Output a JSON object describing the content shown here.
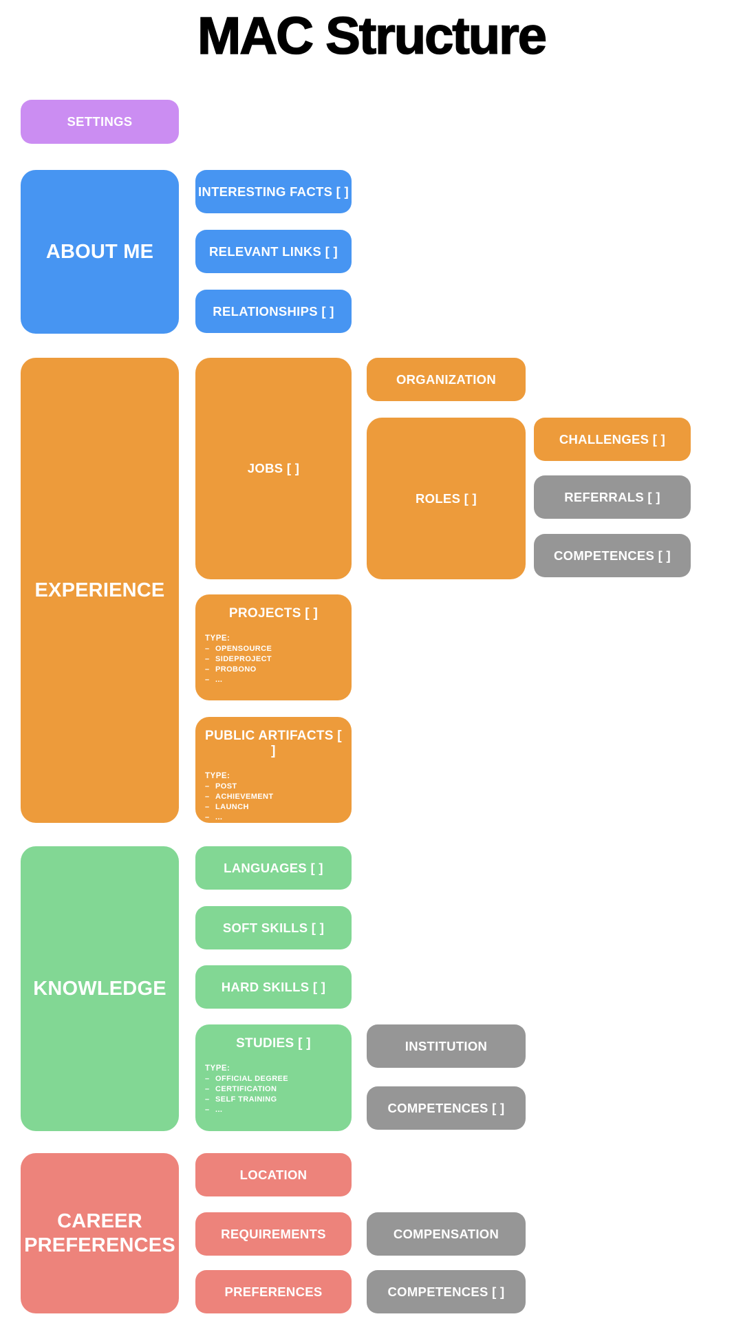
{
  "title": "MAC Structure",
  "ui": {
    "list_bullet": "–"
  },
  "colors": {
    "purple": "#cb8df2",
    "blue": "#4795f2",
    "orange": "#ed9b3b",
    "green": "#82d794",
    "salmon": "#ed837b",
    "gray": "#969696",
    "title_text": "#000000",
    "node_text": "#ffffff",
    "background": "#ffffff"
  },
  "sections": {
    "settings": {
      "label": "SETTINGS"
    },
    "about_me": {
      "label": "ABOUT ME",
      "children": [
        {
          "label": "INTERESTING FACTS [ ]"
        },
        {
          "label": "RELEVANT LINKS [ ]"
        },
        {
          "label": "RELATIONSHIPS [ ]"
        }
      ]
    },
    "experience": {
      "label": "EXPERIENCE",
      "jobs": {
        "label": "JOBS [ ]"
      },
      "organization": {
        "label": "ORGANIZATION"
      },
      "roles": {
        "label": "ROLES [ ]"
      },
      "challenges": {
        "label": "CHALLENGES [ ]"
      },
      "referrals": {
        "label": "REFERRALS [ ]"
      },
      "competences": {
        "label": "COMPETENCES [ ]"
      },
      "projects": {
        "label": "PROJECTS [ ]",
        "type_heading": "TYPE:",
        "types": [
          "OPENSOURCE",
          "SIDEPROJECT",
          "PROBONO",
          "..."
        ]
      },
      "public_artifacts": {
        "label": "PUBLIC ARTIFACTS [ ]",
        "type_heading": "TYPE:",
        "types": [
          "POST",
          "ACHIEVEMENT",
          "LAUNCH",
          "..."
        ]
      }
    },
    "knowledge": {
      "label": "KNOWLEDGE",
      "languages": {
        "label": "LANGUAGES [ ]"
      },
      "soft_skills": {
        "label": "SOFT SKILLS [ ]"
      },
      "hard_skills": {
        "label": "HARD SKILLS [ ]"
      },
      "studies": {
        "label": "STUDIES [ ]",
        "type_heading": "TYPE:",
        "types": [
          "OFFICIAL DEGREE",
          "CERTIFICATION",
          "SELF TRAINING",
          "..."
        ]
      },
      "institution": {
        "label": "INSTITUTION"
      },
      "competences": {
        "label": "COMPETENCES [ ]"
      }
    },
    "career_preferences": {
      "label": "CAREER PREFERENCES",
      "location": {
        "label": "LOCATION"
      },
      "requirements": {
        "label": "REQUIREMENTS"
      },
      "compensation": {
        "label": "COMPENSATION"
      },
      "preferences": {
        "label": "PREFERENCES"
      },
      "competences": {
        "label": "COMPETENCES [ ]"
      }
    }
  }
}
